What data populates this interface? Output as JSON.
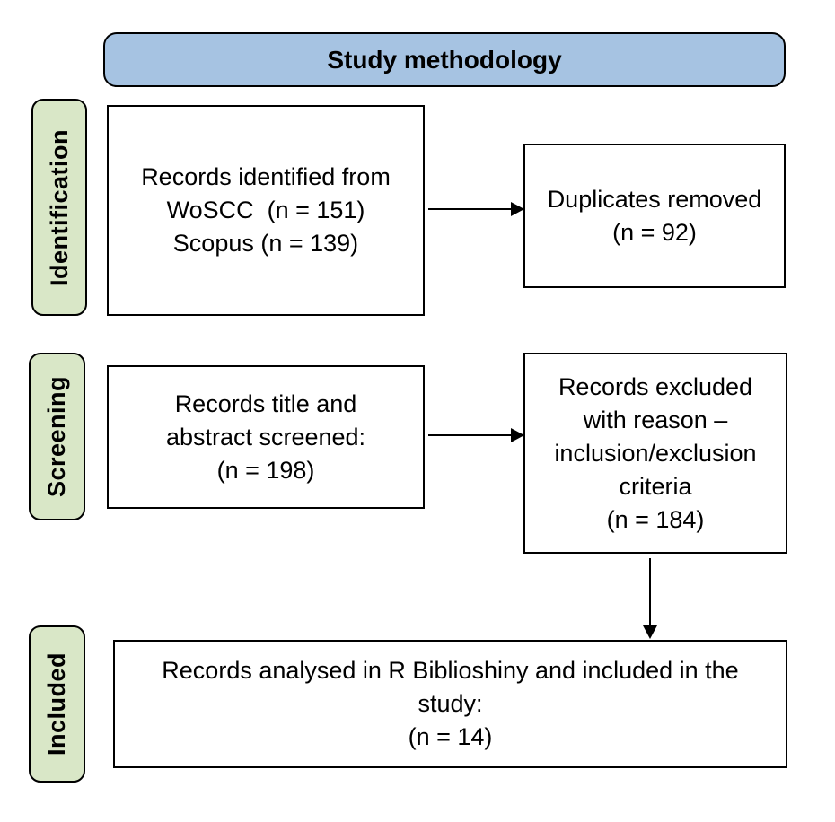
{
  "title": "Study methodology",
  "stages": [
    {
      "label": "Identification"
    },
    {
      "label": "Screening"
    },
    {
      "label": "Included"
    }
  ],
  "boxes": {
    "identified": {
      "lines": [
        "Records identified from",
        "WoSCC  (n = 151)",
        "Scopus (n = 139)"
      ]
    },
    "duplicates_removed": {
      "lines": [
        "Duplicates removed",
        "(n = 92)"
      ]
    },
    "screened": {
      "lines": [
        "Records title and",
        "abstract screened:",
        "(n = 198)"
      ]
    },
    "excluded": {
      "lines": [
        "Records excluded",
        "with reason –",
        "inclusion/exclusion",
        "criteria",
        "(n = 184)"
      ]
    },
    "included": {
      "lines": [
        "Records analysed in R Biblioshiny and included in the",
        "study:",
        "(n = 14)"
      ]
    }
  },
  "colors": {
    "banner_fill": "#a6c3e2",
    "stage_fill": "#d9e7c7",
    "box_fill": "#ffffff",
    "border": "#000000"
  }
}
